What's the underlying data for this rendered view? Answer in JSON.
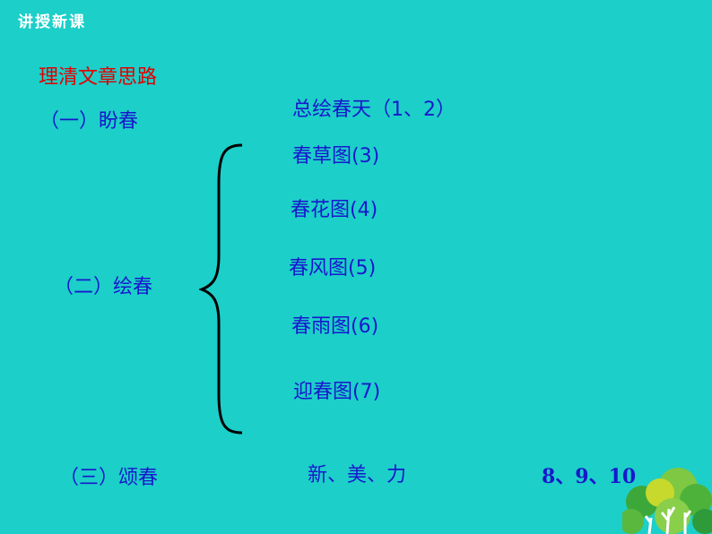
{
  "header": {
    "label": "讲授新课"
  },
  "heading": "理清文章思路",
  "sections": [
    {
      "label": "（一）盼春",
      "detail": "总绘春天（1、2）"
    },
    {
      "label": "（二）绘春",
      "items": [
        "春草图(3)",
        "春花图(4)",
        "春风图(5)",
        "春雨图(6)",
        "迎春图(7)"
      ]
    },
    {
      "label": "（三）颂春",
      "detail": "新、美、力",
      "paragraphs": "8、9、10"
    }
  ],
  "colors": {
    "background": "#1ccfc9",
    "heading": "#e10000",
    "text": "#1818cc",
    "header": "#ffffff"
  },
  "icons": {
    "brace": "curly-brace-icon",
    "decoration": "tree-cluster-icon"
  }
}
